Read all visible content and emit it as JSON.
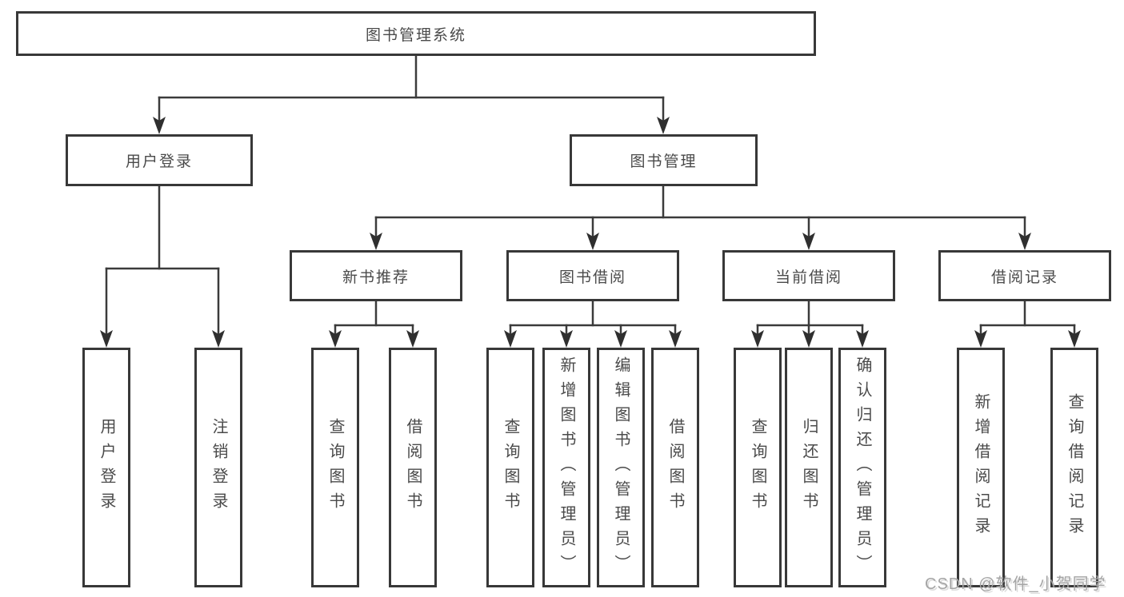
{
  "tree": {
    "root": {
      "label": "图书管理系统",
      "children": [
        {
          "label": "用户登录",
          "children": [
            {
              "label": "用户登录"
            },
            {
              "label": "注销登录"
            }
          ]
        },
        {
          "label": "图书管理",
          "children": [
            {
              "label": "新书推荐",
              "children": [
                {
                  "label": "查询图书"
                },
                {
                  "label": "借阅图书"
                }
              ]
            },
            {
              "label": "图书借阅",
              "children": [
                {
                  "label": "查询图书"
                },
                {
                  "label": "新增图书（管理员）"
                },
                {
                  "label": "编辑图书（管理员）"
                },
                {
                  "label": "借阅图书"
                }
              ]
            },
            {
              "label": "当前借阅",
              "children": [
                {
                  "label": "查询图书"
                },
                {
                  "label": "归还图书"
                },
                {
                  "label": "确认归还（管理员）"
                }
              ]
            },
            {
              "label": "借阅记录",
              "children": [
                {
                  "label": "新增借阅记录"
                },
                {
                  "label": "查询借阅记录"
                }
              ]
            }
          ]
        }
      ]
    }
  },
  "watermark": {
    "text": "CSDN @软件_小贺同学"
  },
  "colors": {
    "line": "#3b3b3b",
    "box_border": "#383838",
    "text": "#4a4a4a",
    "watermark": "#a5a5a5",
    "background": "#ffffff"
  }
}
